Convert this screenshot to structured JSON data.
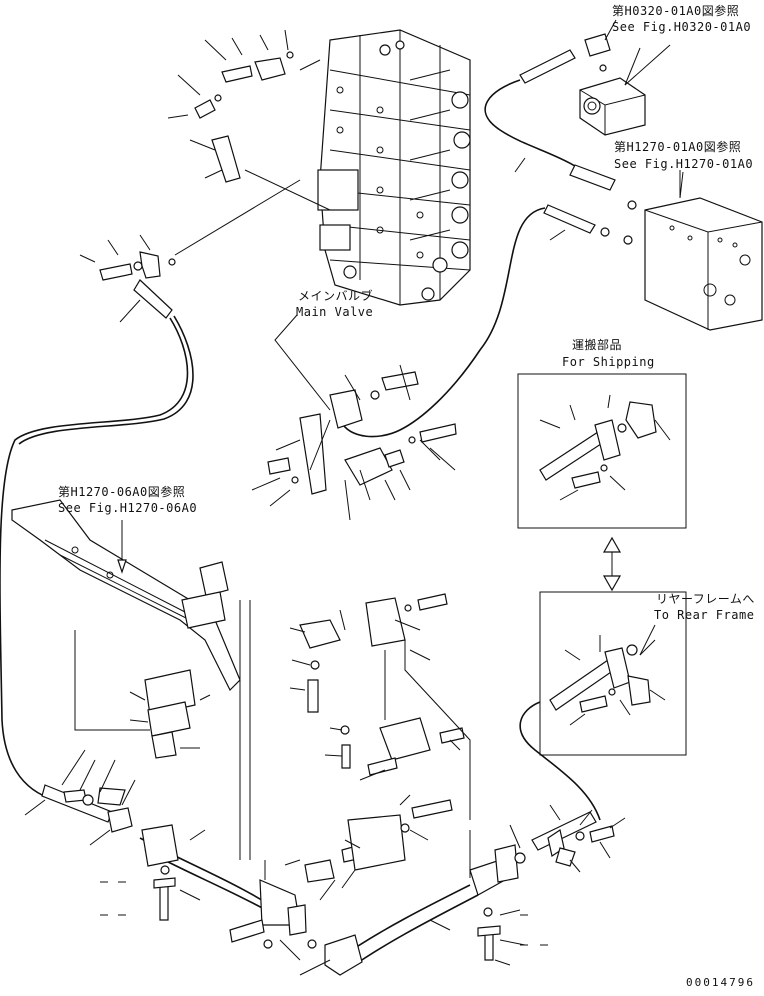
{
  "refs": {
    "h0320": {
      "jp": "第H0320-01A0図参照",
      "en": "See Fig.H0320-01A0"
    },
    "h1270_01": {
      "jp": "第H1270-01A0図参照",
      "en": "See Fig.H1270-01A0"
    },
    "h1270_06": {
      "jp": "第H1270-06A0図参照",
      "en": "See Fig.H1270-06A0"
    }
  },
  "main_valve": {
    "jp": "メインバルブ",
    "en": "Main Valve"
  },
  "shipping": {
    "jp": "運搬部品",
    "en": "For Shipping"
  },
  "rear_frame": {
    "jp": "リヤーフレームへ",
    "en": "To Rear Frame"
  },
  "drawing_number": "00014796"
}
